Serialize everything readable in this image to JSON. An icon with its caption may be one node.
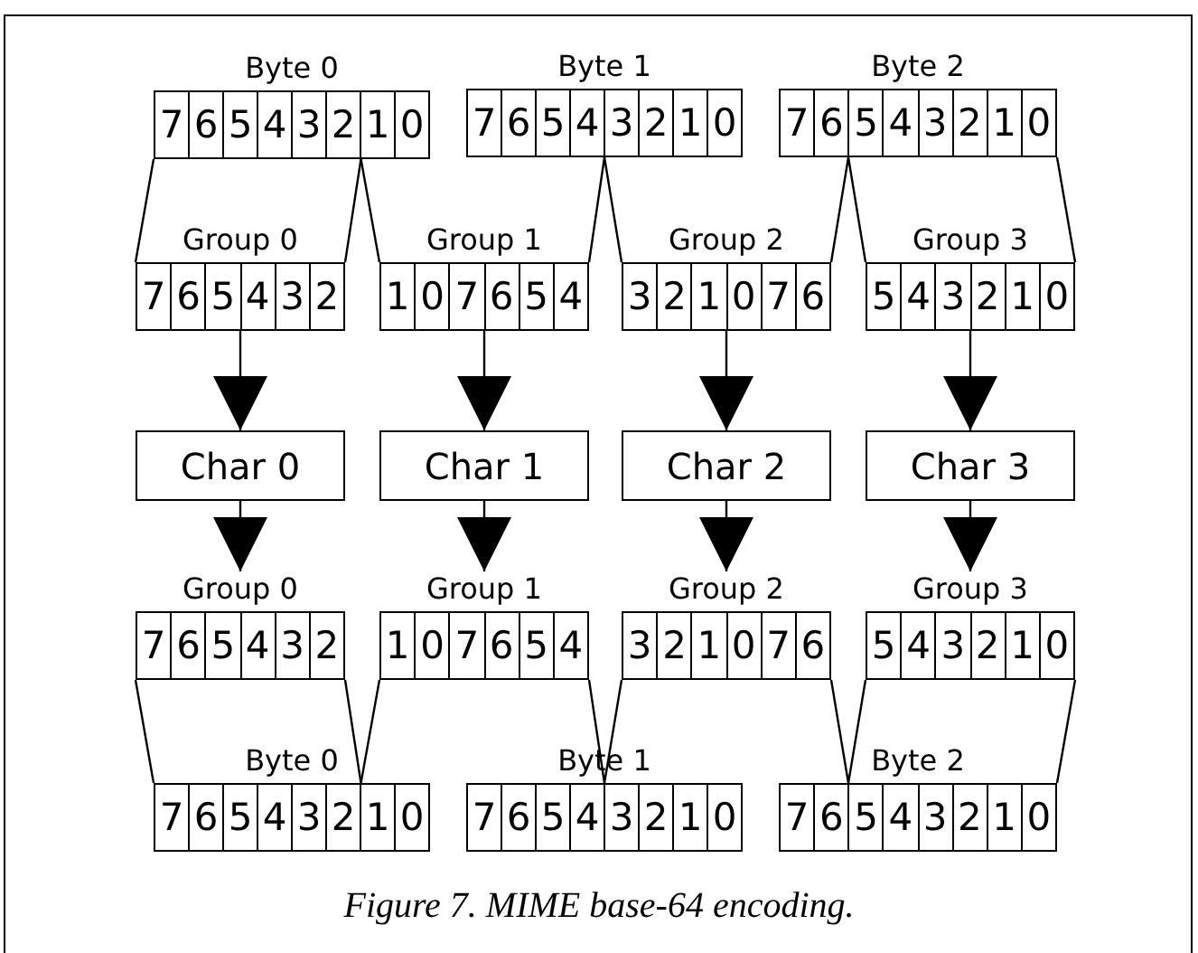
{
  "diagram": {
    "caption": "Figure 7. MIME base-64 encoding.",
    "nodes": [
      {
        "text": [
          "Byte 0",
          "7",
          "6",
          "5",
          "4",
          "3",
          "2",
          "1",
          "0"
        ]
      },
      {
        "text": [
          "Byte 1",
          "7",
          "6",
          "5",
          "4",
          "3",
          "2",
          "1",
          "0"
        ]
      },
      {
        "text": [
          "Byte 2",
          "7",
          "6",
          "5",
          "4",
          "3",
          "2",
          "1",
          "0"
        ]
      },
      {
        "text": [
          "Group 0",
          "7",
          "6",
          "5",
          "4",
          "3",
          "2"
        ]
      },
      {
        "text": [
          "Group 1",
          "1",
          "0",
          "7",
          "6",
          "5",
          "4"
        ]
      },
      {
        "text": [
          "Group 2",
          "3",
          "2",
          "1",
          "0",
          "7",
          "6"
        ]
      },
      {
        "text": [
          "Group 3",
          "5",
          "4",
          "3",
          "2",
          "1",
          "0"
        ]
      },
      {
        "text": [
          "Char 0"
        ]
      },
      {
        "text": [
          "Char 1"
        ]
      },
      {
        "text": [
          "Char 2"
        ]
      },
      {
        "text": [
          "Char 3"
        ]
      },
      {
        "text": [
          "Group 0",
          "7",
          "6",
          "5",
          "4",
          "3",
          "2"
        ]
      },
      {
        "text": [
          "Group 1",
          "1",
          "0",
          "7",
          "6",
          "5",
          "4"
        ]
      },
      {
        "text": [
          "Group 2",
          "3",
          "2",
          "1",
          "0",
          "7",
          "6"
        ]
      },
      {
        "text": [
          "Group 3",
          "5",
          "4",
          "3",
          "2",
          "1",
          "0"
        ]
      },
      {
        "text": [
          "Byte 0",
          "7",
          "6",
          "5",
          "4",
          "3",
          "2",
          "1",
          "0"
        ]
      },
      {
        "text": [
          "Byte 1",
          "7",
          "6",
          "5",
          "4",
          "3",
          "2",
          "1",
          "0"
        ]
      },
      {
        "text": [
          "Byte 2",
          "7",
          "6",
          "5",
          "4",
          "3",
          "2",
          "1",
          "0"
        ]
      }
    ],
    "edges": [
      {
        "from": 0,
        "to": 3,
        "arrow": "none"
      },
      {
        "from": 0,
        "to": 3,
        "arrow": "none"
      },
      {
        "from": 0,
        "to": 4,
        "arrow": "none"
      },
      {
        "from": 1,
        "to": 4,
        "arrow": "none"
      },
      {
        "from": 1,
        "to": 5,
        "arrow": "none"
      },
      {
        "from": 2,
        "to": 5,
        "arrow": "none"
      },
      {
        "from": 2,
        "to": 6,
        "arrow": "none"
      },
      {
        "from": 2,
        "to": 6,
        "arrow": "none"
      },
      {
        "from": 3,
        "to": 7,
        "arrow": "to"
      },
      {
        "from": 4,
        "to": 8,
        "arrow": "to"
      },
      {
        "from": 5,
        "to": 9,
        "arrow": "to"
      },
      {
        "from": 6,
        "to": 10,
        "arrow": "to"
      },
      {
        "from": 7,
        "to": 11,
        "arrow": "to"
      },
      {
        "from": 8,
        "to": 12,
        "arrow": "to"
      },
      {
        "from": 9,
        "to": 13,
        "arrow": "to"
      },
      {
        "from": 10,
        "to": 14,
        "arrow": "to"
      },
      {
        "from": 11,
        "to": 15,
        "arrow": "none"
      },
      {
        "from": 11,
        "to": 15,
        "arrow": "none"
      },
      {
        "from": 12,
        "to": 15,
        "arrow": "none"
      },
      {
        "from": 12,
        "to": 16,
        "arrow": "none"
      },
      {
        "from": 13,
        "to": 16,
        "arrow": "none"
      },
      {
        "from": 13,
        "to": 17,
        "arrow": "none"
      },
      {
        "from": 14,
        "to": 17,
        "arrow": "none"
      },
      {
        "from": 14,
        "to": 17,
        "arrow": "none"
      }
    ]
  }
}
